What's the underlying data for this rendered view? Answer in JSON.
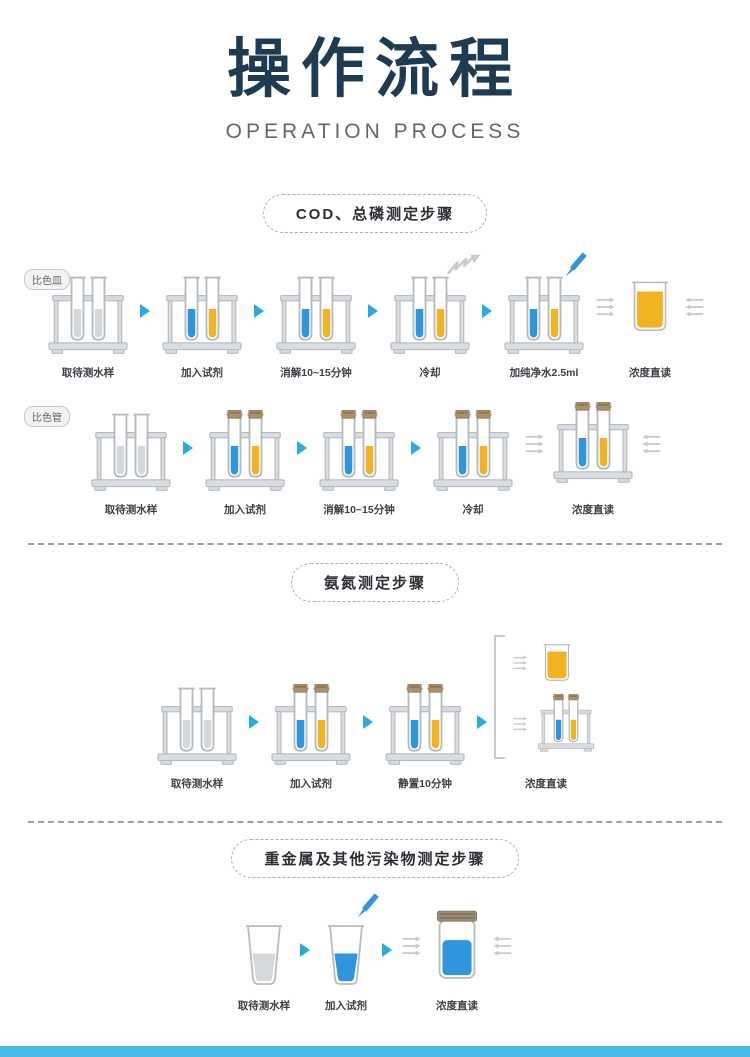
{
  "page": {
    "title": "操作流程",
    "subtitle": "OPERATION PROCESS"
  },
  "colors": {
    "title": "#1d3b52",
    "title_accent_red": "#cf3b2f",
    "subtitle": "#666666",
    "flow_arrow": "#29abe2",
    "liquid_blue": "#2f96dd",
    "liquid_yellow": "#f2b322",
    "liquid_gray": "#d5d8da",
    "cork_brown": "#ab9068",
    "outline_gray": "#b7bcc1",
    "read_lines_gray": "#c6cacd",
    "bottom_bar_blue": "#49bbe8"
  },
  "icons": {
    "flow-arrow-icon": "blue right triangle",
    "read-lines-icon": "three gray arrows",
    "cool-arrow-icon": "gray zigzag arrow",
    "dropper-icon": "blue dropper",
    "test-tube-rack-icon": "rack with two test tubes",
    "capped-tube-rack-icon": "rack with two corked tubes",
    "beaker-icon": "beaker with liquid",
    "cup-icon": "sample cup",
    "jar-icon": "capped jar"
  },
  "sections": [
    {
      "header": "COD、总磷测定步骤",
      "rows": [
        {
          "tag": "比色皿",
          "steps": [
            {
              "label": "取待测水样"
            },
            {
              "label": "加入试剂"
            },
            {
              "label": "消解10~15分钟"
            },
            {
              "label": "冷却"
            },
            {
              "label": "加纯净水2.5ml"
            },
            {
              "label": "浓度直读"
            }
          ]
        },
        {
          "tag": "比色管",
          "steps": [
            {
              "label": "取待测水样"
            },
            {
              "label": "加入试剂"
            },
            {
              "label": "消解10~15分钟"
            },
            {
              "label": "冷却"
            },
            {
              "label": "浓度直读"
            }
          ]
        }
      ]
    },
    {
      "header": "氨氮测定步骤",
      "steps": [
        {
          "label": "取待测水样"
        },
        {
          "label": "加入试剂"
        },
        {
          "label": "静置10分钟"
        },
        {
          "label": "浓度直读"
        }
      ]
    },
    {
      "header": "重金属及其他污染物测定步骤",
      "steps": [
        {
          "label": "取待测水样"
        },
        {
          "label": "加入试剂"
        },
        {
          "label": "浓度直读"
        }
      ]
    }
  ]
}
